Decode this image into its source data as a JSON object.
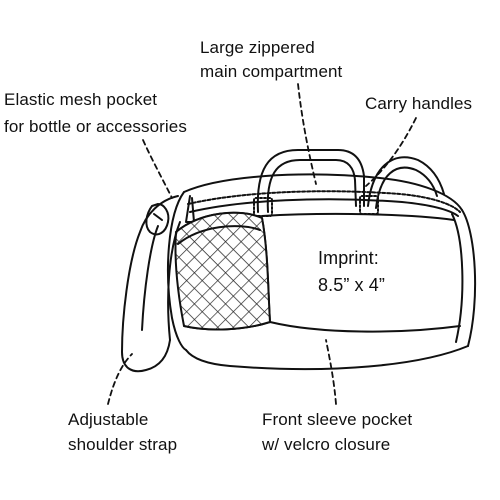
{
  "labels": {
    "main_compartment": [
      "Large zippered",
      "main compartment"
    ],
    "mesh_pocket": [
      "Elastic mesh pocket",
      "for bottle or accessories"
    ],
    "carry_handles": "Carry handles",
    "imprint": [
      "Imprint:",
      "8.5” x 4”"
    ],
    "shoulder_strap": [
      "Adjustable",
      "shoulder strap"
    ],
    "front_sleeve": [
      "Front sleeve pocket",
      "w/ velcro closure"
    ]
  },
  "colors": {
    "line": "#111111",
    "background": "#ffffff",
    "mesh": "#2a2a2a"
  }
}
